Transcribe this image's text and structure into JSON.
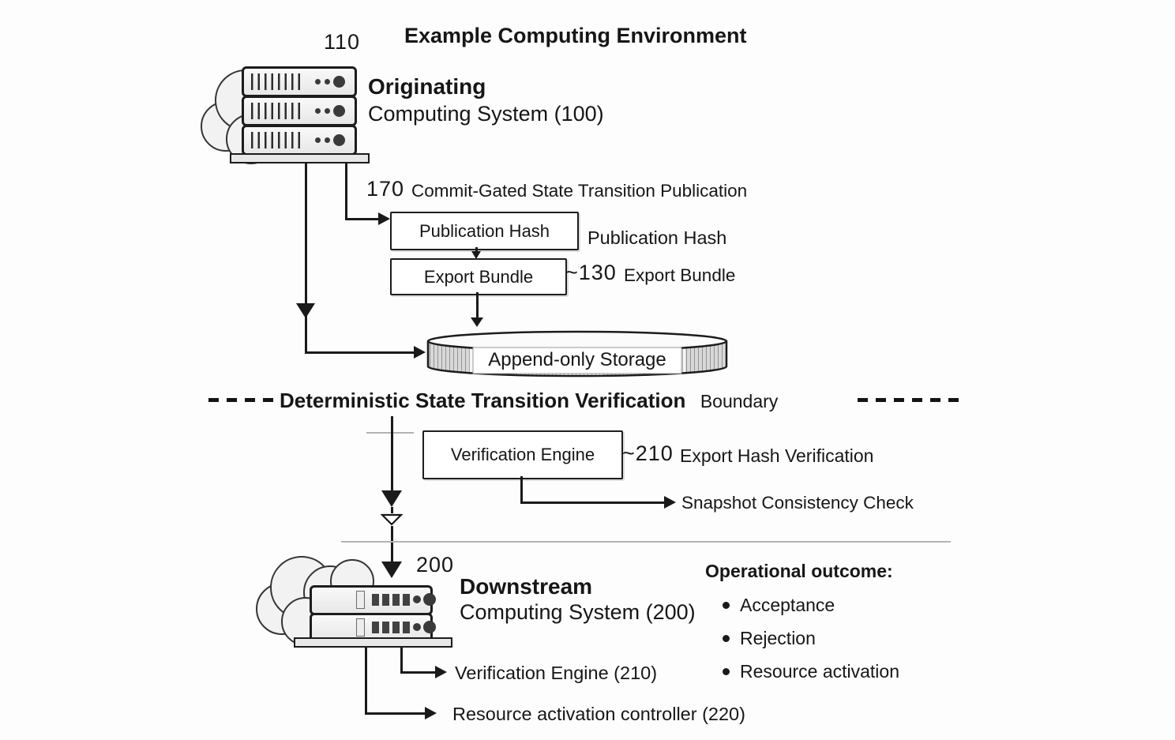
{
  "figure": {
    "title": "Example Computing Environment"
  },
  "originating": {
    "ref": "110",
    "title": "Originating",
    "subtitle": "Computing System (100)"
  },
  "publication": {
    "ref": "170",
    "label": "Commit-Gated State Transition Publication",
    "box": "Publication Hash",
    "side_label": "Publication Hash"
  },
  "export_bundle": {
    "box": "Export Bundle",
    "ref": "~130",
    "side_label": "Export Bundle"
  },
  "storage": {
    "label": "Append-only Storage"
  },
  "boundary": {
    "title": "Deterministic State Transition Verification",
    "suffix": "Boundary"
  },
  "verification": {
    "box": "Verification Engine",
    "ref": "~210",
    "side_label": "Export Hash Verification",
    "check_label": "Snapshot Consistency Check"
  },
  "downstream": {
    "ref": "200",
    "title": "Downstream",
    "subtitle": "Computing System (200)"
  },
  "outcomes": {
    "title": "Operational outcome:",
    "items": [
      "Acceptance",
      "Rejection",
      "Resource activation"
    ]
  },
  "components": {
    "verification_engine": "Verification Engine (210)",
    "resource_controller": "Resource activation controller (220)"
  }
}
